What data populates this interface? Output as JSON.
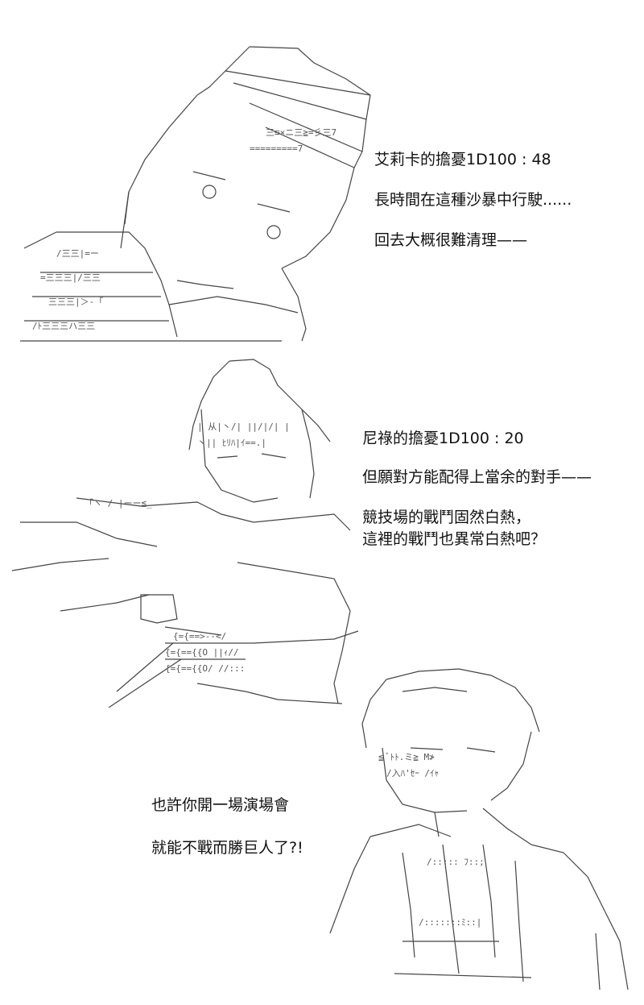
{
  "panel1": {
    "lines": [
      "艾莉卡的擔憂1D100 : 48",
      "長時間在這種沙暴中行駛......",
      "回去大概很難清理——"
    ]
  },
  "panel2": {
    "lines": [
      "尼祿的擔憂1D100 : 20",
      "但願對方能配得上當余的對手——",
      "競技場的戰鬥固然白熱，",
      "這裡的戰鬥也異常白熱吧？"
    ]
  },
  "panel3": {
    "lines": [
      "也許你開一場演場會",
      "就能不戰而勝巨人了?!"
    ]
  },
  "colors": {
    "text": "#111111",
    "art": "#333333",
    "background": "#ffffff"
  }
}
